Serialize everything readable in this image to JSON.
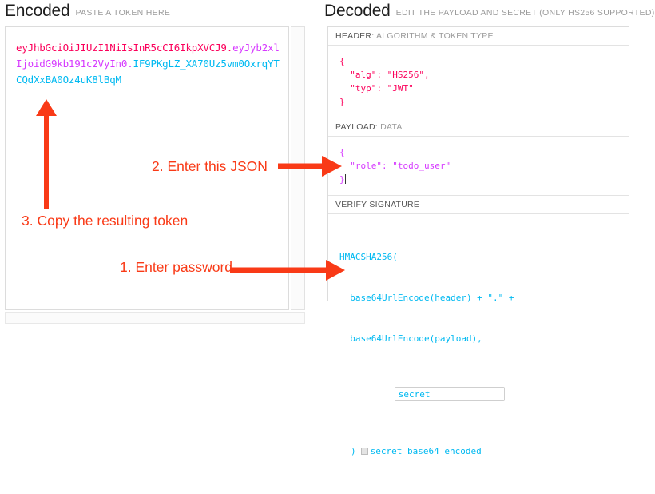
{
  "encoded": {
    "heading": "Encoded",
    "subheading": "PASTE A TOKEN HERE",
    "token": {
      "header_segment": "eyJhbGciOiJIUzI1NiIsInR5cCI6IkpXVCJ9",
      "dot1": ".",
      "payload_segment": "eyJyb2xlIjoidG9kb191c2VyIn0",
      "dot2": ".",
      "signature_segment": "IF9PKgLZ_XA70Uz5vm0OxrqYTCQdXxBA0Oz4uK8lBqM",
      "full": "eyJhbGciOiJIUzI1NiIsInR5cCI6IkpXVCJ9.eyJyb2xlIjoidG9kb191c2VyIn0.IF9PKgLZ_XA70Uz5vm0OxrqYTCQdXxBA0Oz4uK8lBqM"
    }
  },
  "decoded": {
    "heading": "Decoded",
    "subheading": "EDIT THE PAYLOAD AND SECRET (ONLY HS256 SUPPORTED)",
    "sections": {
      "header": {
        "label_strong": "HEADER:",
        "label_rest": "ALGORITHM & TOKEN TYPE",
        "json": "{\n  \"alg\": \"HS256\",\n  \"typ\": \"JWT\"\n}"
      },
      "payload": {
        "label_strong": "PAYLOAD:",
        "label_rest": "DATA",
        "json": "{\n  \"role\": \"todo_user\"\n}"
      },
      "signature": {
        "label_strong": "VERIFY SIGNATURE",
        "label_rest": "",
        "line1": "HMACSHA256(",
        "line2": "  base64UrlEncode(header) + \".\" +",
        "line3": "  base64UrlEncode(payload),",
        "secret_value": "secret",
        "secret_placeholder": "secret",
        "close_paren": ")",
        "checkbox_label": "secret base64 encoded",
        "checkbox_checked": false
      }
    }
  },
  "annotations": [
    {
      "id": "anno1",
      "text": "1. Enter password"
    },
    {
      "id": "anno2",
      "text": "2. Enter this JSON"
    },
    {
      "id": "anno3",
      "text": "3. Copy the resulting token"
    }
  ],
  "colors": {
    "annotation": "#f93a17",
    "header_segment": "#fb015b",
    "payload_segment": "#d63aff",
    "signature_segment": "#00b9f1",
    "label_muted": "#9b9b9b"
  }
}
